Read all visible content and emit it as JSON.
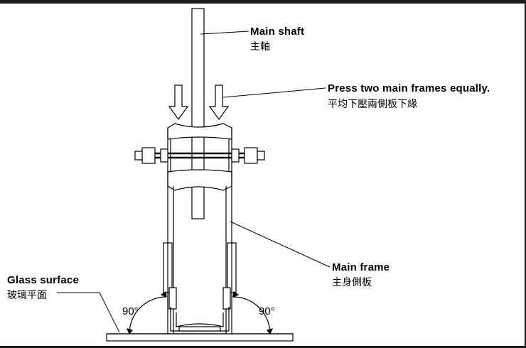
{
  "labels": {
    "main_shaft": {
      "en": "Main shaft",
      "zh": "主軸"
    },
    "press": {
      "en": "Press two main frames equally.",
      "zh": "平均下壓兩側板下緣"
    },
    "main_frame": {
      "en": "Main frame",
      "zh": "主身側板"
    },
    "glass": {
      "en": "Glass surface",
      "zh": "玻璃平面"
    },
    "angle_left": "90°",
    "angle_right": "90°"
  }
}
